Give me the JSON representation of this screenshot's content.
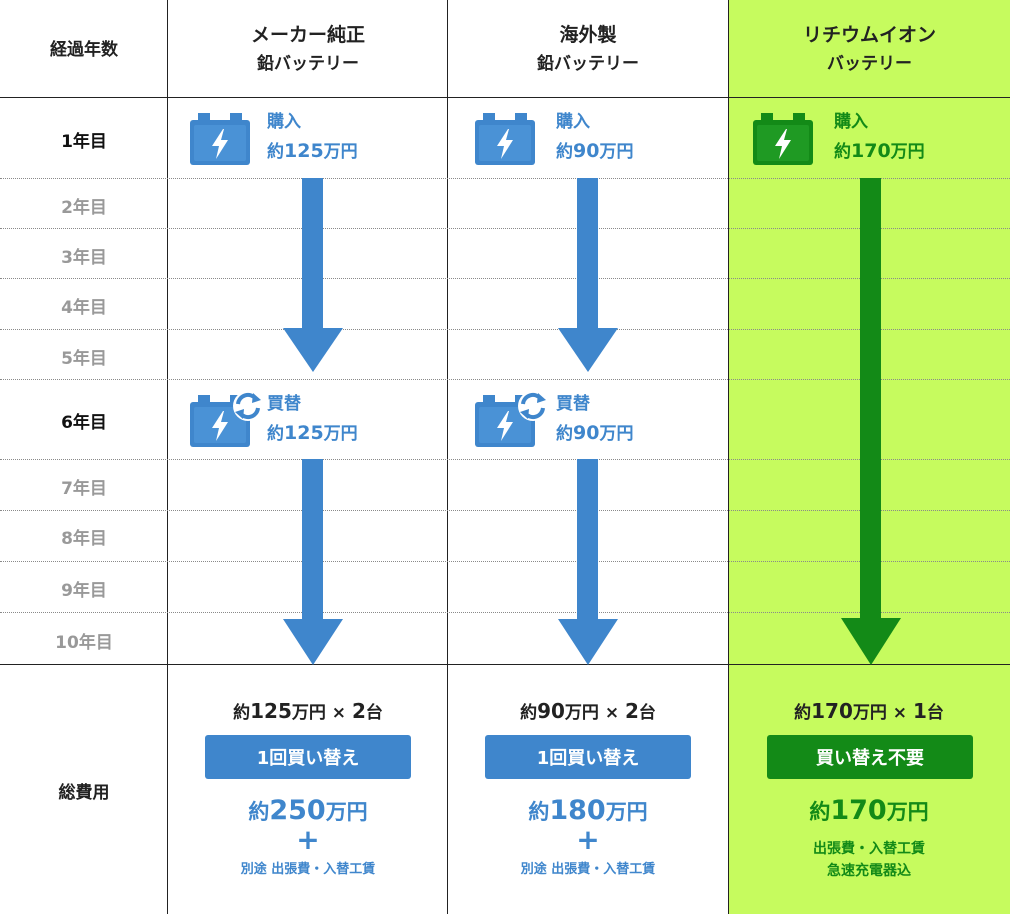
{
  "header": {
    "years_label": "経過年数",
    "col1_line1": "メーカー純正",
    "col1_line2": "鉛バッテリー",
    "col2_line1": "海外製",
    "col2_line2": "鉛バッテリー",
    "col3_line1": "リチウムイオン",
    "col3_line2": "バッテリー"
  },
  "years": [
    "1年目",
    "2年目",
    "3年目",
    "4年目",
    "5年目",
    "6年目",
    "7年目",
    "8年目",
    "9年目",
    "10年目"
  ],
  "total_label": "総費用",
  "col1": {
    "purchase_label": "購入",
    "purchase_prefix": "約",
    "purchase_num": "125",
    "purchase_unit": "万円",
    "replace_label": "買替",
    "replace_prefix": "約",
    "replace_num": "125",
    "replace_unit": "万円",
    "mult_prefix": "約",
    "mult_num": "125",
    "mult_unit": "万円",
    "mult_times": "×",
    "mult_count": "2",
    "mult_count_unit": "台",
    "button": "1回買い替え",
    "total_prefix": "約",
    "total_num": "250",
    "total_unit": "万円",
    "plus": "+",
    "note": "別途 出張費・入替工賃"
  },
  "col2": {
    "purchase_label": "購入",
    "purchase_prefix": "約",
    "purchase_num": "90",
    "purchase_unit": "万円",
    "replace_label": "買替",
    "replace_prefix": "約",
    "replace_num": "90",
    "replace_unit": "万円",
    "mult_prefix": "約",
    "mult_num": "90",
    "mult_unit": "万円",
    "mult_times": "×",
    "mult_count": "2",
    "mult_count_unit": "台",
    "button": "1回買い替え",
    "total_prefix": "約",
    "total_num": "180",
    "total_unit": "万円",
    "plus": "+",
    "note": "別途 出張費・入替工賃"
  },
  "col3": {
    "purchase_label": "購入",
    "purchase_prefix": "約",
    "purchase_num": "170",
    "purchase_unit": "万円",
    "mult_prefix": "約",
    "mult_num": "170",
    "mult_unit": "万円",
    "mult_times": "×",
    "mult_count": "1",
    "mult_count_unit": "台",
    "button": "買い替え不要",
    "total_prefix": "約",
    "total_num": "170",
    "total_unit": "万円",
    "note_line1": "出張費・入替工賃",
    "note_line2": "急速充電器込"
  },
  "icons": {
    "battery_blue": "battery-icon",
    "battery_green": "battery-icon",
    "replace": "refresh-icon"
  },
  "colors": {
    "blue": "#3f86cc",
    "green": "#138a17",
    "green_bg": "#c6fb5e"
  }
}
